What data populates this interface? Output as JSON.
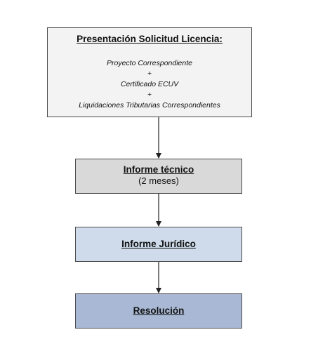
{
  "diagram": {
    "boxes": [
      {
        "title": "Presentación Solicitud Licencia:",
        "items": [
          "Proyecto Correspondiente",
          "+",
          "Certificado ECUV",
          "+",
          "Liquidaciones Tributarias Correspondientes"
        ],
        "fill": "#f3f3f3"
      },
      {
        "title": "Informe técnico",
        "subtitle": "(2 meses)",
        "fill": "#d9d9d9"
      },
      {
        "title": "Informe Jurídico",
        "fill": "#cfdbea"
      },
      {
        "title": "Resolución",
        "fill": "#a9b9d5"
      }
    ],
    "border_color": "#4a4a4a",
    "arrow_color": "#222222"
  }
}
